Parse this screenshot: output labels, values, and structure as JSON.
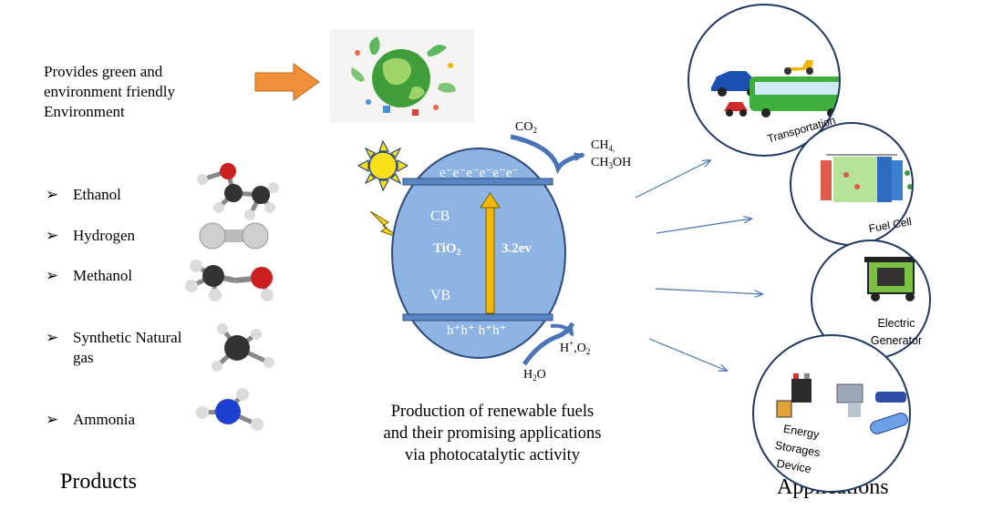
{
  "env_text": [
    "Provides green and",
    "environment friendly",
    "Environment"
  ],
  "products": [
    {
      "label": "Ethanol"
    },
    {
      "label": "Hydrogen"
    },
    {
      "label": "Methanol"
    },
    {
      "label": "Synthetic Natural gas"
    },
    {
      "label": "Ammonia"
    }
  ],
  "bullet_glyph": "➢",
  "products_title": "Products",
  "applications_title": "Applications",
  "caption": [
    "Production of renewable fuels",
    "and their promising applications",
    "via photocatalytic activity"
  ],
  "photocatalyst": {
    "conduction_band": "CB",
    "valence_band": "VB",
    "material": "TiO",
    "material_sub": "2",
    "band_gap": "3.2ev",
    "electrons": "e⁻e⁻e⁻e⁻e⁻e⁻",
    "holes": "h⁺h⁺ h⁺h⁺"
  },
  "species": {
    "co2": "CO",
    "co2_sub": "2",
    "ch4": "CH",
    "ch4_sub": "4,",
    "ch3oh_a": "CH",
    "ch3oh_sub": "3",
    "ch3oh_b": "OH",
    "h_plus": "H",
    "h_plus_sup": "+",
    "o2": ",O",
    "o2_sub": "2",
    "h2o_a": "H",
    "h2o_sub": "2",
    "h2o_b": "O"
  },
  "applications": [
    {
      "label_lines": [
        "Transportation"
      ]
    },
    {
      "label_lines": [
        "Fuel Cell"
      ]
    },
    {
      "label_lines": [
        "Electric",
        "Generator"
      ]
    },
    {
      "label_lines": [
        "Energy",
        "Storages",
        "Device"
      ]
    }
  ],
  "colors": {
    "band_fill": "#8eb4e3",
    "band_stroke": "#2e4a7a",
    "band_bar": "#5b86c5",
    "gap_arrow": "#f2b705",
    "sun": "#f7e017",
    "bolt": "#f7d51d",
    "env_arrow": "#f0903a",
    "link_arrow": "#4a74b5",
    "circle_stroke": "#1f3864"
  }
}
